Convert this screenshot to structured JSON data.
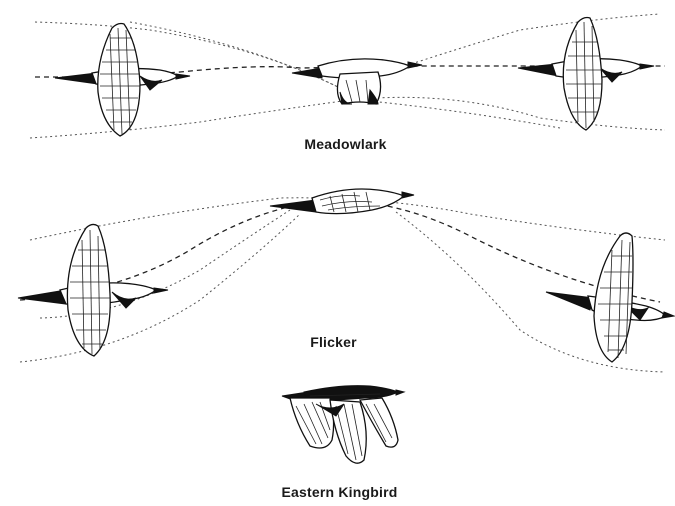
{
  "figure": {
    "background": "#ffffff",
    "ink": "#111111"
  },
  "diagrams": [
    {
      "caption": "Meadowlark",
      "flight_pattern": "straight with level dashes, wing beats shown"
    },
    {
      "caption": "Flicker",
      "flight_pattern": "undulating / bounding"
    },
    {
      "caption": "Eastern Kingbird",
      "flight_pattern": "fluttering, stiff shallow wingbeats"
    }
  ]
}
